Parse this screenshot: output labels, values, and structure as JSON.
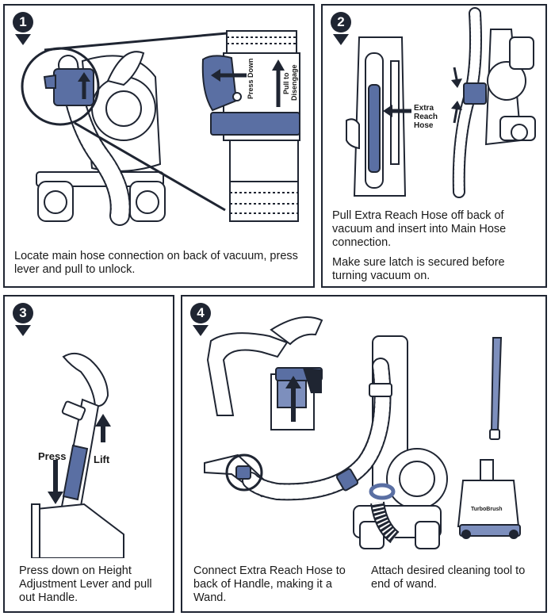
{
  "steps": [
    {
      "number": "1",
      "text": "Locate main hose connection on back of vacuum, press lever and pull to unlock.",
      "labels": {
        "press_down": "Press Down",
        "pull_to": "Pull to",
        "disengage": "Disengage"
      }
    },
    {
      "number": "2",
      "paragraphs": [
        "Pull Extra Reach Hose off back of vacuum and insert into Main Hose connection.",
        "Make sure latch is secured before turning vacuum on."
      ],
      "labels": {
        "extra": "Extra",
        "reach": "Reach",
        "hose": "Hose"
      }
    },
    {
      "number": "3",
      "text": "Press down on Height Adjustment Lever and pull out Handle.",
      "labels": {
        "press": "Press",
        "lift": "Lift"
      }
    },
    {
      "number": "4",
      "text_left": "Connect Extra Reach Hose to back of Handle, making it a Wand.",
      "text_right": "Attach desired cleaning tool to end of wand.",
      "labels": {
        "turbobrush": "TurboBrush"
      }
    }
  ],
  "colors": {
    "outline": "#1f2532",
    "accent": "#5a6fa3",
    "accent_light": "#7d8fbd",
    "paper": "#ffffff"
  }
}
